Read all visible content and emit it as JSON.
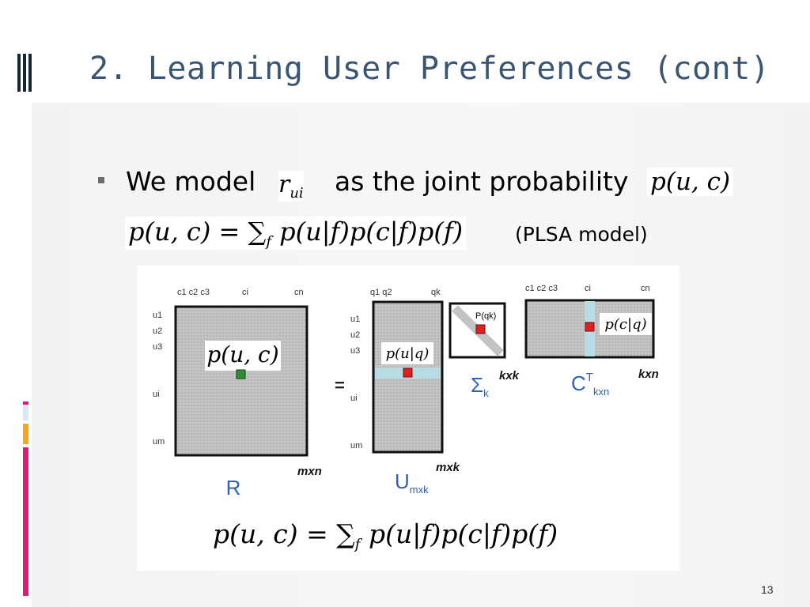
{
  "slide": {
    "title": "2. Learning User Preferences (cont)",
    "page_number": "13",
    "accent_colors": {
      "magenta": "#e0197d",
      "orange": "#f5a81c",
      "light_blue": "#d8e7f3",
      "title": "#3a5474"
    }
  },
  "bullet": {
    "text_before": "We model",
    "var_r": "r",
    "var_r_sub": "ui",
    "text_middle": "as the joint probability",
    "joint_prob": "p(u, c)"
  },
  "formula_line": {
    "formula": "p(u, c) = ∑",
    "sum_sub": "f",
    "formula_tail": " p(u|f)p(c|f)p(f)",
    "label": "(PLSA model)"
  },
  "diagram": {
    "R_cols": [
      "c1 c2 c3",
      "ci",
      "cn"
    ],
    "R_rows": [
      "u1",
      "u2",
      "u3",
      "ui",
      "um"
    ],
    "R_cell": "p(u, c)",
    "R_name": "R",
    "R_dims": "mxn",
    "equals": "=",
    "U_cols": [
      "q1 q2",
      "qk"
    ],
    "U_rows": [
      "u1",
      "u2",
      "u3",
      "ui",
      "um"
    ],
    "U_cell": "p(u|q)",
    "U_name": "U",
    "U_sub": "mxk",
    "U_dims": "mxk",
    "S_cell": "P(qk)",
    "S_name": "Σ",
    "S_sub": "k",
    "S_dims": "kxk",
    "C_cols": [
      "c1 c2 c3",
      "ci",
      "cn"
    ],
    "C_cell": "p(c|q)",
    "C_name": "C",
    "C_sup": "T",
    "C_sub": "kxn",
    "C_dims": "kxn",
    "formula": "p(u, c) = ∑",
    "formula_sub": "f",
    "formula_tail": " p(u|f)p(c|f)p(f)"
  }
}
